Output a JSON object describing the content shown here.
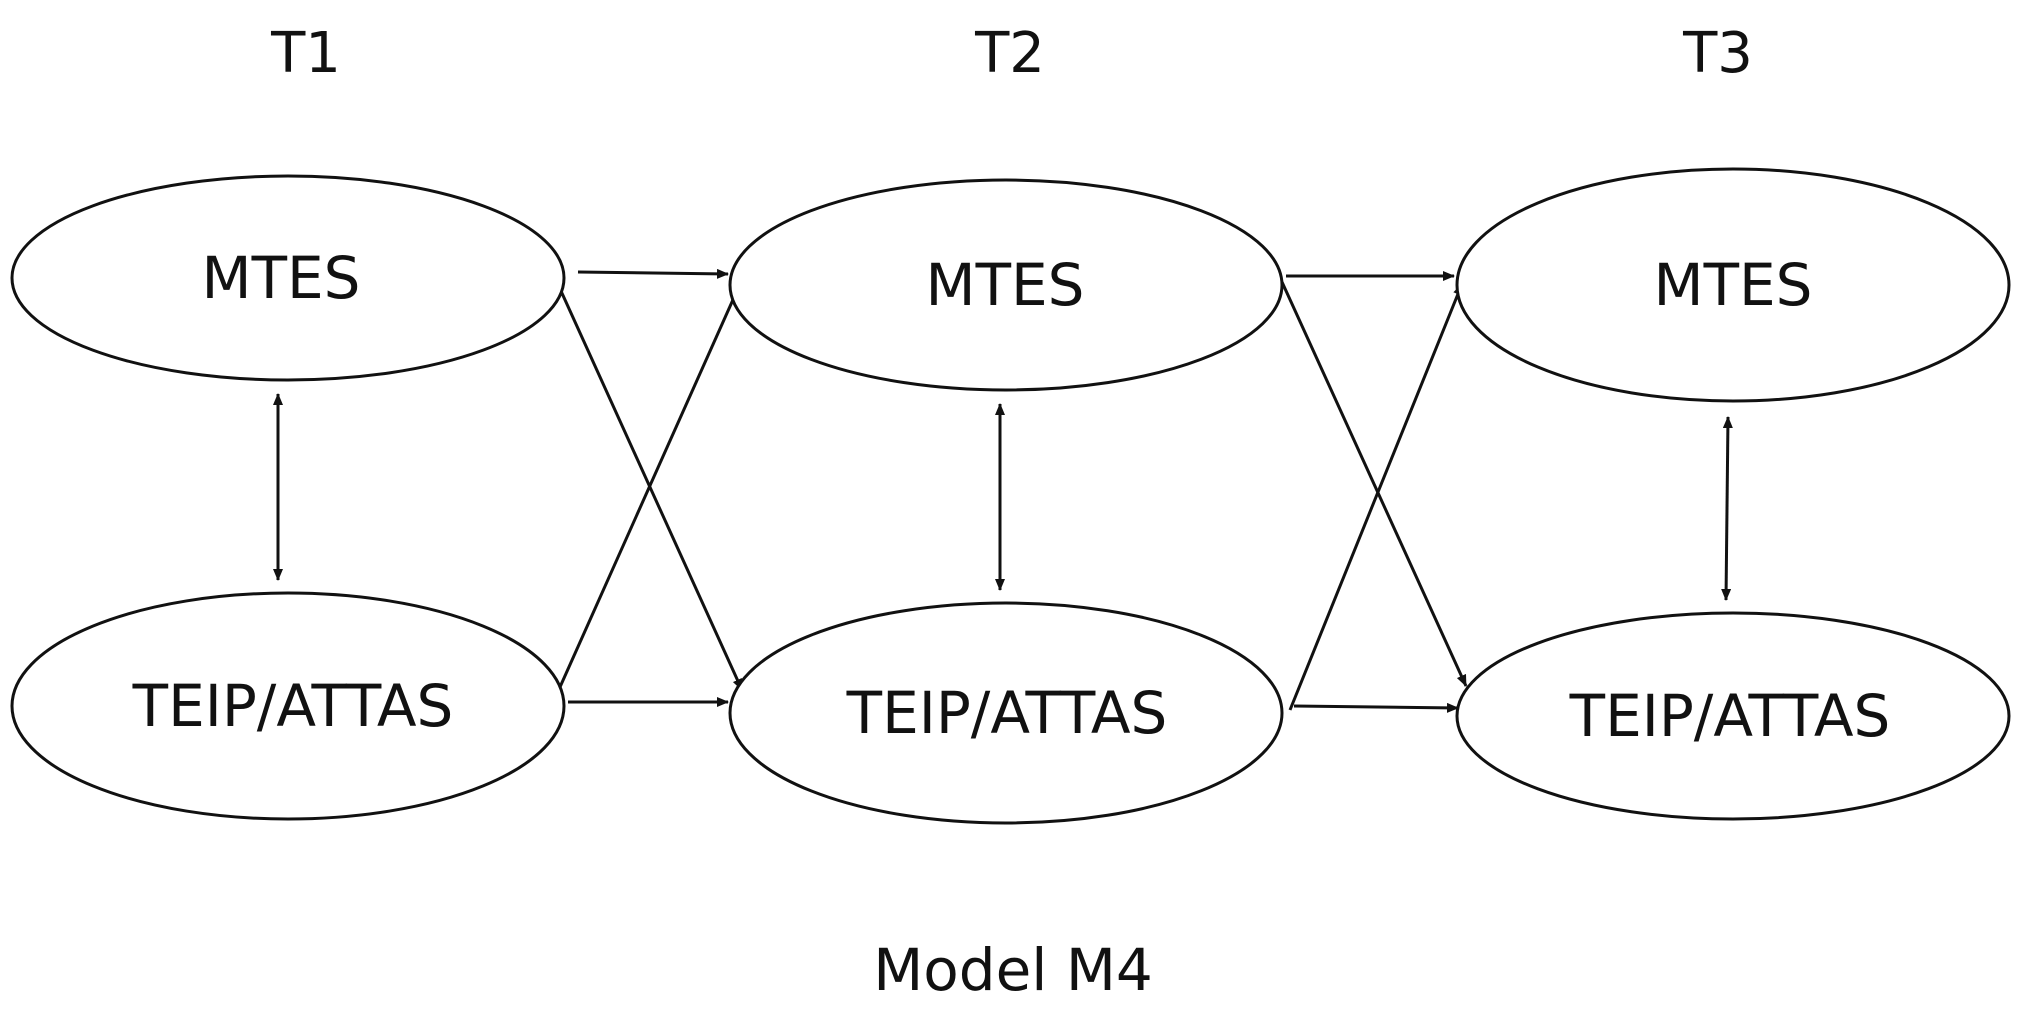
{
  "time_points": [
    {
      "id": "t1",
      "label": "T1"
    },
    {
      "id": "t2",
      "label": "T2"
    },
    {
      "id": "t3",
      "label": "T3"
    }
  ],
  "nodes": [
    {
      "id": "mtes-t1",
      "label": "MTES"
    },
    {
      "id": "mtes-t2",
      "label": "MTES"
    },
    {
      "id": "mtes-t3",
      "label": "MTES"
    },
    {
      "id": "teip-t1",
      "label": "TEIP/ATTAS"
    },
    {
      "id": "teip-t2",
      "label": "TEIP/ATTAS"
    },
    {
      "id": "teip-t3",
      "label": "TEIP/ATTAS"
    }
  ],
  "edges": [
    {
      "from": "mtes-t1",
      "to": "teip-t1",
      "type": "bidirectional"
    },
    {
      "from": "mtes-t2",
      "to": "teip-t2",
      "type": "bidirectional"
    },
    {
      "from": "mtes-t3",
      "to": "teip-t3",
      "type": "bidirectional"
    },
    {
      "from": "mtes-t1",
      "to": "mtes-t2",
      "type": "directed"
    },
    {
      "from": "mtes-t1",
      "to": "teip-t2",
      "type": "directed"
    },
    {
      "from": "teip-t1",
      "to": "mtes-t2",
      "type": "directed"
    },
    {
      "from": "teip-t1",
      "to": "teip-t2",
      "type": "directed"
    },
    {
      "from": "mtes-t2",
      "to": "mtes-t3",
      "type": "directed"
    },
    {
      "from": "mtes-t2",
      "to": "teip-t3",
      "type": "directed"
    },
    {
      "from": "teip-t2",
      "to": "mtes-t3",
      "type": "directed"
    },
    {
      "from": "teip-t2",
      "to": "teip-t3",
      "type": "directed"
    }
  ],
  "caption": "Model M4"
}
